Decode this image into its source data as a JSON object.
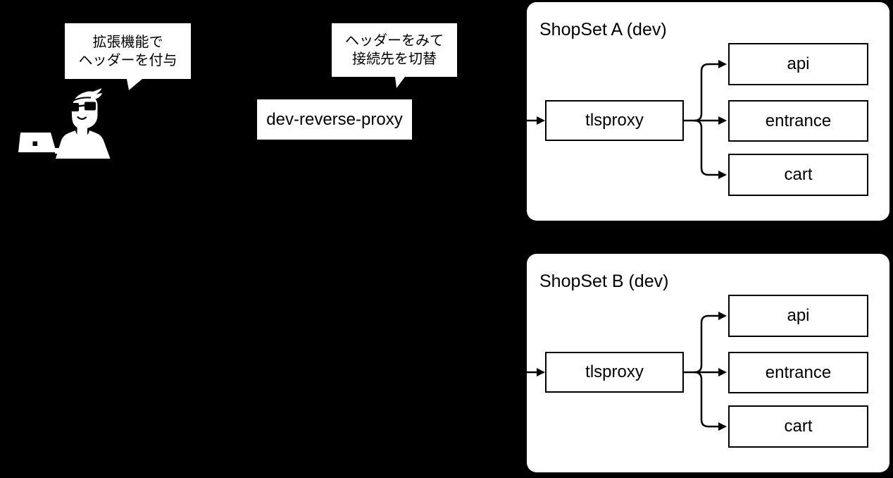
{
  "colors": {
    "background": "#000000",
    "panel_fill": "#ffffff",
    "node_fill": "#ffffff",
    "stroke": "#000000",
    "text": "#000000"
  },
  "actor": {
    "icon": "person-at-laptop",
    "bubble_lines": [
      "拡張機能で",
      "ヘッダーを付与"
    ]
  },
  "reverse_proxy": {
    "label": "dev-reverse-proxy",
    "bubble_lines": [
      "ヘッダーをみて",
      "接続先を切替"
    ]
  },
  "shopsets": [
    {
      "title": "ShopSet A (dev)",
      "gateway": "tlsproxy",
      "services": [
        "api",
        "entrance",
        "cart"
      ]
    },
    {
      "title": "ShopSet B (dev)",
      "gateway": "tlsproxy",
      "services": [
        "api",
        "entrance",
        "cart"
      ]
    }
  ]
}
